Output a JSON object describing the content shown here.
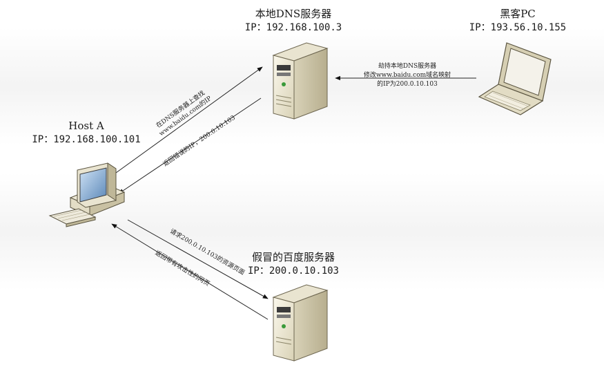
{
  "nodes": {
    "host_a": {
      "name": "Host A",
      "ip": "IP：192.168.100.101"
    },
    "local_dns": {
      "name": "本地DNS服务器",
      "ip": "IP：192.168.100.3"
    },
    "hacker_pc": {
      "name": "黑客PC",
      "ip": "IP：193.56.10.155"
    },
    "fake_baidu": {
      "name": "假冒的百度服务器",
      "ip": "IP：200.0.10.103"
    }
  },
  "edges": {
    "query_line1": "在DNS服务器上查找",
    "query_line2": "www.baidu.com的IP",
    "reply_wrong_ip": "返回错误的IP，200.0.10.103",
    "hijack_line1": "劫持本地DNS服务器",
    "hijack_line2": "修改www.baidu.com域名映射",
    "hijack_line3": "的IP为200.0.10.103",
    "request_resource": "请求200.0.10.103的资源页面",
    "return_malicious": "返回带有攻击性的网页"
  }
}
